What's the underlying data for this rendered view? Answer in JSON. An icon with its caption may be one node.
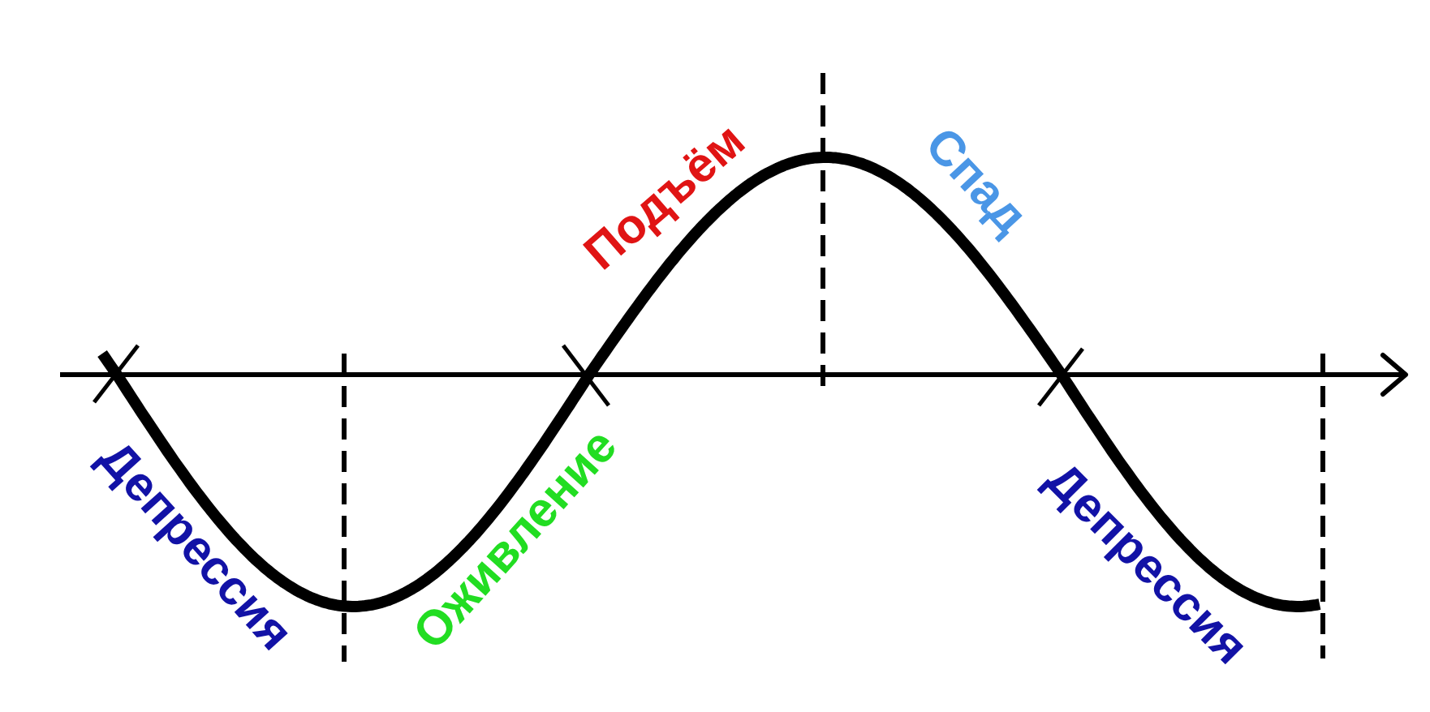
{
  "diagram": {
    "labels": [
      "Депрессия",
      "Оживление",
      "Подъём",
      "Спад",
      "Депрессия"
    ]
  }
}
